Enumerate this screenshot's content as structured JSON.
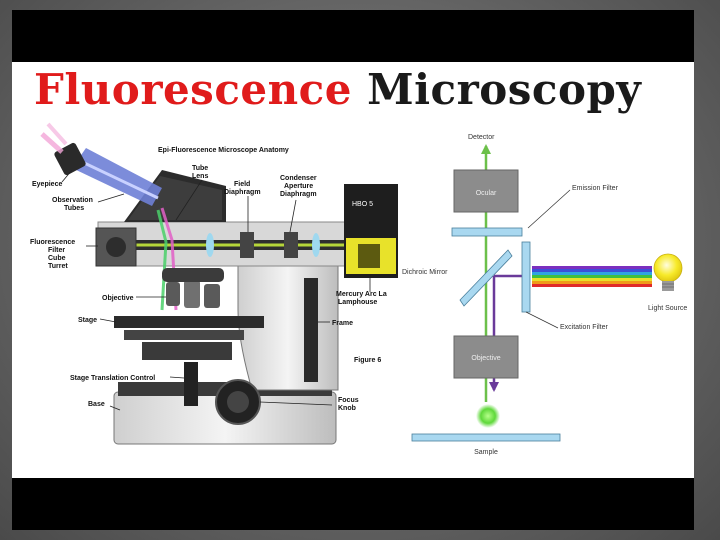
{
  "title": {
    "part1": "Fluorescence",
    "part2": "Microscopy"
  },
  "microscope": {
    "heading": "Epi-Fluorescence Microscope Anatomy",
    "labels": {
      "eyepiece": "Eyepiece",
      "observation_tubes_1": "Observation",
      "observation_tubes_2": "Tubes",
      "tube_lens_1": "Tube",
      "tube_lens_2": "Lens",
      "field_diaphragm_1": "Field",
      "field_diaphragm_2": "Diaphragm",
      "condenser_1": "Condenser",
      "condenser_2": "Aperture",
      "condenser_3": "Diaphragm",
      "filter_cube_1": "Fluorescence",
      "filter_cube_2": "Filter",
      "filter_cube_3": "Cube",
      "filter_cube_4": "Turret",
      "objective": "Objective",
      "stage": "Stage",
      "stage_translation": "Stage Translation Control",
      "base": "Base",
      "frame": "Frame",
      "figure": "Figure 6",
      "focus_1": "Focus",
      "focus_2": "Knob",
      "mercury_1": "Mercury Arc La",
      "mercury_2": "Lamphouse",
      "hbo": "HBO 5"
    }
  },
  "schematic": {
    "detector": "Detector",
    "ocular": "Ocular",
    "emission_filter": "Emission Filter",
    "dichroic_mirror": "Dichroic Mirror",
    "excitation_filter": "Excitation Filter",
    "light_source": "Light Source",
    "objective": "Objective",
    "sample": "Sample"
  },
  "colors": {
    "title_red": "#e01b1b",
    "title_dark": "#1a1a1a",
    "filter_blue": "#a9d8f0",
    "emission_green": "#6cc04a",
    "excitation_purple": "#6a3a9a",
    "box_gray": "#8c8c8c",
    "lamp_yellow": "#f5e51b"
  },
  "spectrum_colors": [
    "#7b2fbf",
    "#3b4fd8",
    "#2fa4e0",
    "#3fbf3f",
    "#e8e02a",
    "#f09a1a",
    "#e02a2a"
  ]
}
